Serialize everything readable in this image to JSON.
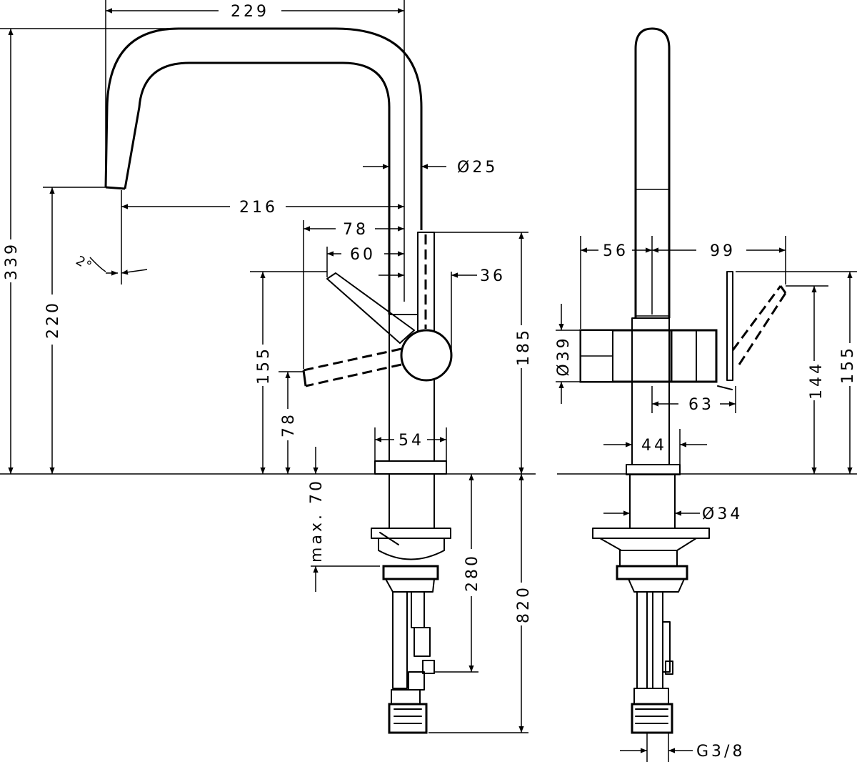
{
  "dimensions": {
    "total_width": "229",
    "spout_diameter": "Ø25",
    "spout_reach": "216",
    "spout_angle": "2°",
    "lever_reach_78": "78",
    "lever_reach_60": "60",
    "body_offset": "36",
    "total_height": "339",
    "outlet_height": "220",
    "lever_height_155": "155",
    "lever_low_height": "78",
    "max_counter_thickness": "max. 70",
    "body_height": "185",
    "base_width": "54",
    "hose_length": "280",
    "supply_length": "820",
    "side_left": "56",
    "side_right": "99",
    "handle_diameter": "Ø39",
    "handle_reach": "63",
    "lever_height_144": "144",
    "lever_height_155_side": "155",
    "base_width_side": "44",
    "shank_diameter": "Ø34",
    "connection_thread": "G3/8"
  },
  "colors": {
    "line": "#000000",
    "background": "#ffffff"
  }
}
